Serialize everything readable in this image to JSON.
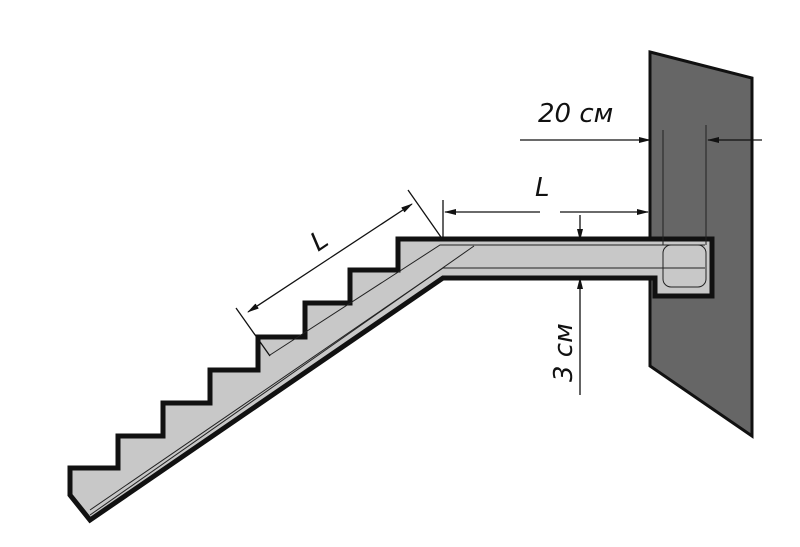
{
  "labels": {
    "wall_offset": "20 см",
    "landing_length": "L",
    "flight_length": "L",
    "cover": "3 см"
  },
  "colors": {
    "concrete": "#c8c8c8",
    "wall": "#666666",
    "outline": "#111111"
  }
}
